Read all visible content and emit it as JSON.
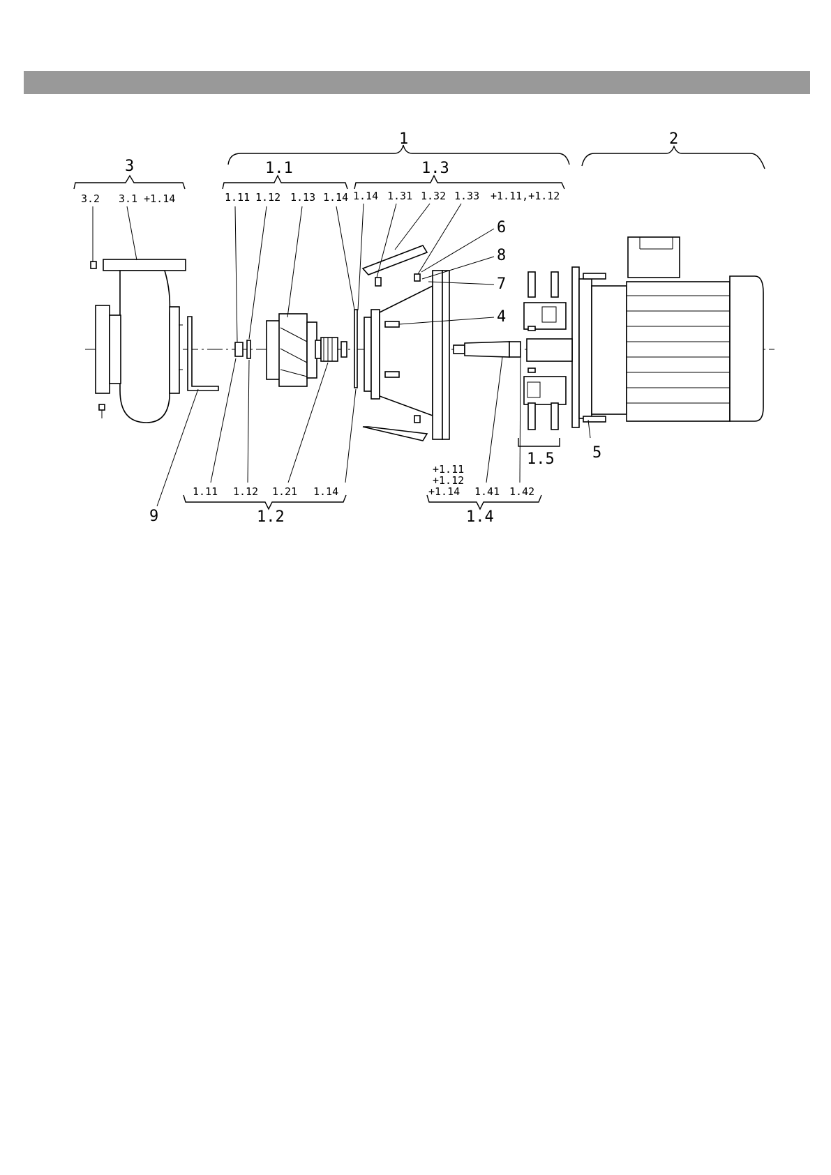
{
  "header": {
    "color": "#999999"
  },
  "groups": {
    "g1": "1",
    "g2": "2",
    "g3": "3",
    "g11": "1.1",
    "g12": "1.2",
    "g13": "1.3",
    "g14": "1.4",
    "g15": "1.5"
  },
  "callouts": {
    "c4": "4",
    "c5": "5",
    "c6": "6",
    "c7": "7",
    "c8": "8",
    "c9": "9"
  },
  "part_labels": {
    "top_3_2": "3.2",
    "top_3_1": "3.1 +1.14",
    "top_1_11": "1.11",
    "top_1_12": "1.12",
    "top_1_13": "1.13",
    "top_1_14a": "1.14",
    "top_1_14b": "1.14",
    "top_1_31": "1.31",
    "top_1_32": "1.32",
    "top_1_33": "1.33",
    "top_plus": "+1.11,+1.12",
    "bot_1_11": "1.11",
    "bot_1_12": "1.12",
    "bot_1_21": "1.21",
    "bot_1_14": "1.14",
    "bot_p111": "+1.11",
    "bot_p112": "+1.12",
    "bot_p114": "+1.14",
    "bot_1_41": "1.41",
    "bot_1_42": "1.42"
  }
}
